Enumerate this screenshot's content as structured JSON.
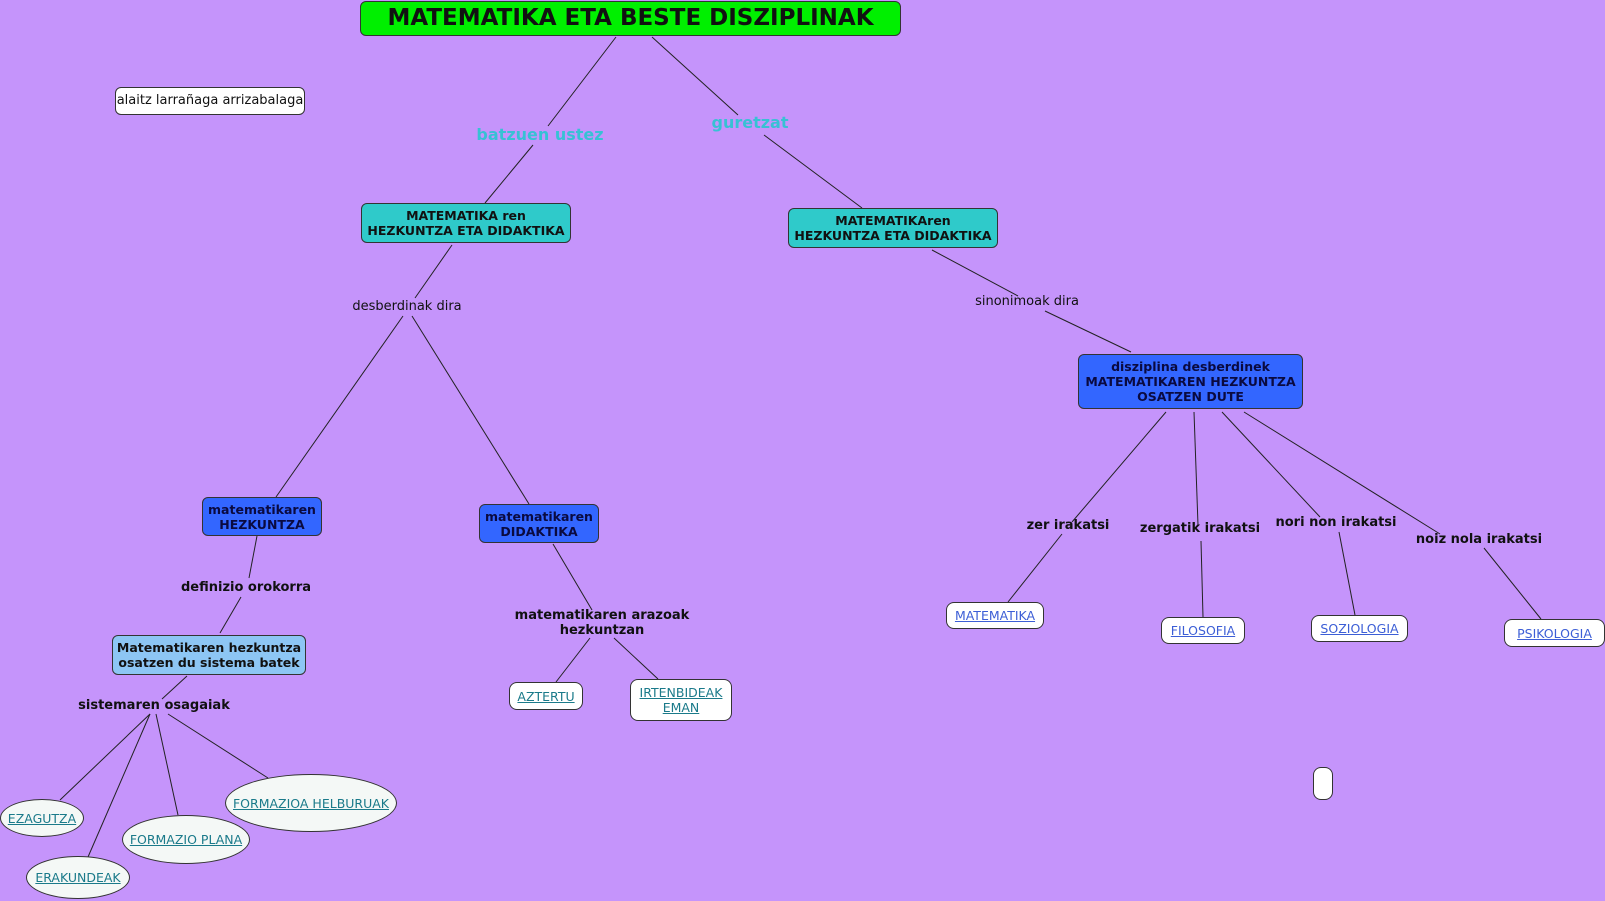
{
  "title": "MATEMATIKA ETA BESTE DISZIPLINAK",
  "author": "alaitz larrañaga arrizabalaga",
  "links": {
    "batzuen": "batzuen ustez",
    "guretzat": "guretzat",
    "desberdinak": "desberdinak  dira",
    "sinonimoak": "sinonimoak dira",
    "definizio": "definizio orokorra",
    "arazoak": "matematikaren arazoak\nhezkuntzan",
    "osagaiak": "sistemaren osagaiak",
    "zer": "zer irakatsi",
    "zergatik": "zergatik irakatsi",
    "nori": "nori non irakatsi",
    "noiz": "noiz nola irakatsi"
  },
  "concepts": {
    "left_top": "MATEMATIKA ren\nHEZKUNTZA ETA DIDAKTIKA",
    "right_top": "MATEMATIKAren\nHEZKUNTZA ETA DIDAKTIKA",
    "hezkuntza": "matematikaren\nHEZKUNTZA",
    "didaktika": "matematikaren\nDIDAKTIKA",
    "sistema": "Matematikaren hezkuntza\nosatzen du sistema batek",
    "disziplina": "disziplina desberdinek\nMATEMATIKAREN HEZKUNTZA\nOSATZEN DUTE"
  },
  "leaves": {
    "aztertu": "AZTERTU",
    "irtenbideak": "IRTENBIDEAK\nEMAN",
    "matematika": "MATEMATIKA",
    "filosofia": "FILOSOFIA",
    "soziologia": "SOZIOLOGIA",
    "psikologia": " PSIKOLOGIA",
    "ezagutza": "EZAGUTZA",
    "erakundeak": "ERAKUNDEAK",
    "formazio_plana": "FORMAZIO PLANA",
    "formazioa_helburuak": "FORMAZIOA HELBURUAK"
  },
  "colors": {
    "background": "#c594fb",
    "title": "#00f000",
    "teal": "#2fcaca",
    "blue": "#3366ff",
    "lightblue": "#8dc6f4",
    "link_cyan": "#37c1d4"
  }
}
